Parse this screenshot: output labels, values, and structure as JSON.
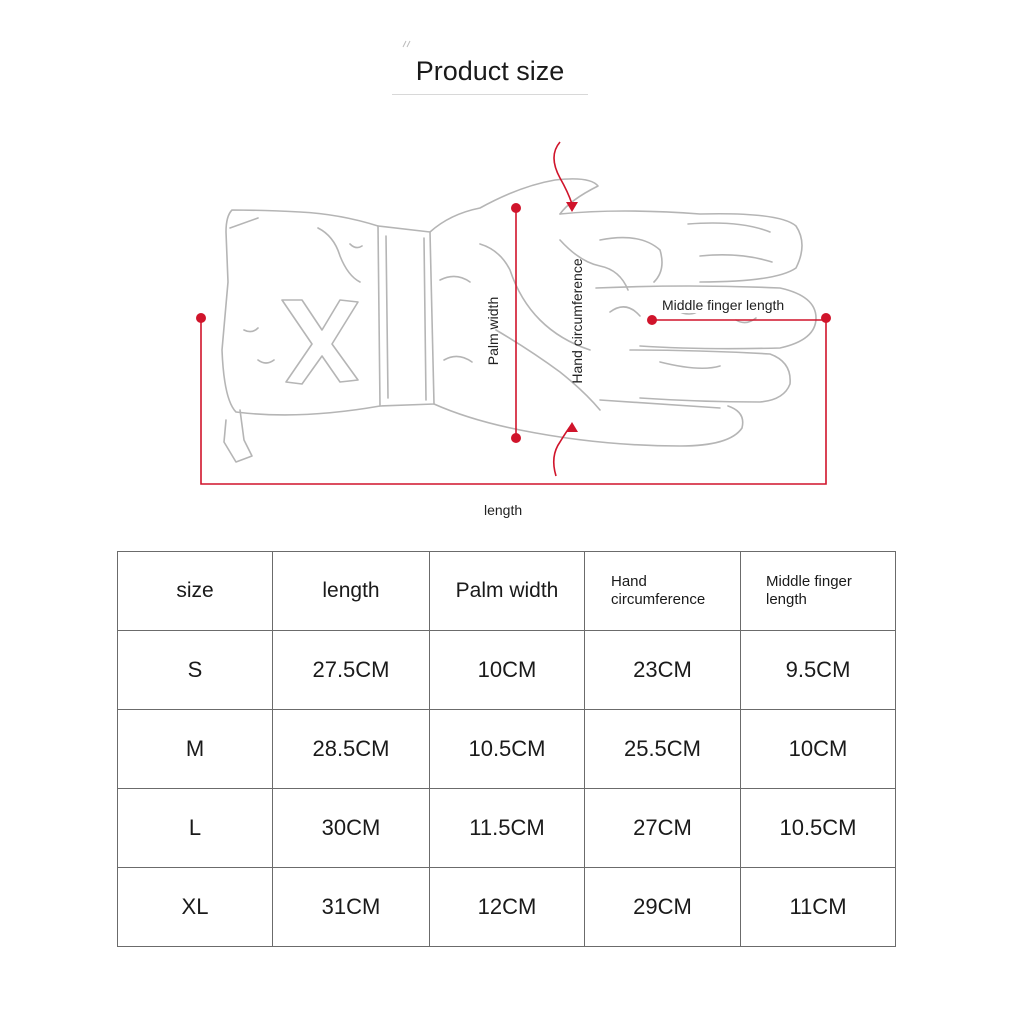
{
  "title": "Product size",
  "colors": {
    "accent": "#d0142b",
    "line": "#6b6b6b"
  },
  "diagram": {
    "image": "glove-outline-icon",
    "labels": {
      "palm_width": "Palm width",
      "hand_circumference": "Hand circumference",
      "middle_finger_length": "Middle finger length",
      "length": "length"
    }
  },
  "table": {
    "headers": [
      "size",
      "length",
      "Palm width",
      "Hand circumference",
      "Middle finger length"
    ],
    "rows": [
      [
        "S",
        "27.5CM",
        "10CM",
        "23CM",
        "9.5CM"
      ],
      [
        "M",
        "28.5CM",
        "10.5CM",
        "25.5CM",
        "10CM"
      ],
      [
        "L",
        "30CM",
        "11.5CM",
        "27CM",
        "10.5CM"
      ],
      [
        "XL",
        "31CM",
        "12CM",
        "29CM",
        "11CM"
      ]
    ]
  }
}
